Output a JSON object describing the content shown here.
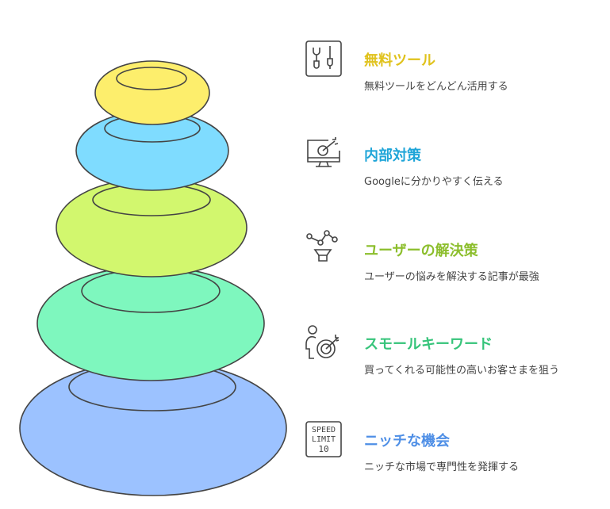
{
  "items": [
    {
      "title": "無料ツール",
      "desc": "無料ツールをどんどん活用する",
      "color": "#e0c21c",
      "fill": "#fdee6c",
      "icon": "tools-icon"
    },
    {
      "title": "内部対策",
      "desc": "Googleに分かりやすく伝える",
      "color": "#1fa5d8",
      "fill": "#7fdcff",
      "icon": "monitor-target-icon"
    },
    {
      "title": "ユーザーの解決策",
      "desc": "ユーザーの悩みを解決する記事が最強",
      "color": "#8cbe2c",
      "fill": "#d2f76e",
      "icon": "network-funnel-icon"
    },
    {
      "title": "スモールキーワード",
      "desc": "買ってくれる可能性の高いお客さまを狙う",
      "color": "#36c47a",
      "fill": "#7ef7be",
      "icon": "person-target-icon"
    },
    {
      "title": "ニッチな機会",
      "desc": "ニッチな市場で専門性を発揮する",
      "color": "#4f8fe6",
      "fill": "#9cc2ff",
      "icon": "speed-limit-sign-icon"
    }
  ],
  "speed_sign": {
    "line1": "SPEED",
    "line2": "LIMIT",
    "line3": "10"
  }
}
